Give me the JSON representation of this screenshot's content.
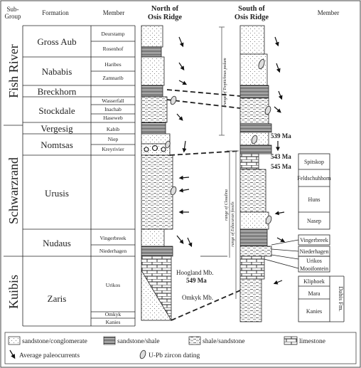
{
  "header": {
    "subgroup": [
      "Sub-",
      "Group"
    ],
    "formation": "Formation",
    "member_left": "Member",
    "north": [
      "North of",
      "Osis Ridge"
    ],
    "south": [
      "South of",
      "Osis Ridge"
    ],
    "member_right": "Member"
  },
  "subgroups": [
    "Fish River",
    "Schwarzrand",
    "Kuibis"
  ],
  "formations": [
    "Gross Aub",
    "Nababis",
    "Breckhorn",
    "Stockdale",
    "Vergesig",
    "Nomtsas",
    "Urusis",
    "Nudaus",
    "Zaris"
  ],
  "members_left": [
    "Deurstamp",
    "Rosenhof",
    "Haribes",
    "Zamnarib",
    "Wasserfall",
    "Inachab",
    "Haseweb",
    "Kabib",
    "Niep",
    "Kreyrivier",
    "Vingerbreek",
    "Niederhagen",
    "Urikos",
    "Omkyk",
    "Kanies"
  ],
  "members_right": [
    "Spitskop",
    "Feldschuhhorn",
    "Huns",
    "Nasep",
    "Vingerbreek",
    "Niederhagen",
    "Urikos",
    "Mooifontein",
    "Kliphoek",
    "Mara",
    "Kanies"
  ],
  "dabis": "Dabis Fm.",
  "ages": [
    "539 Ma",
    "543 Ma",
    "545 Ma"
  ],
  "hoogland": [
    "Hoogland Mb.",
    "549 Ma"
  ],
  "omkyk_mb": "Omkyk Mb.",
  "ranges": [
    "range of Treptichnus pedum",
    "range of Cloudina",
    "range of Ediacaran fossils"
  ],
  "legend": {
    "items": [
      "sandstone/conglomerate",
      "sandstone/shale",
      "shale/sandstone",
      "limestone"
    ],
    "arrows": "Average paleocurrents",
    "zircon": "U-Pb zircon dating"
  },
  "colors": {
    "line": "#222222",
    "shade": "#d6d6d6",
    "pale": "#eeeeee"
  }
}
